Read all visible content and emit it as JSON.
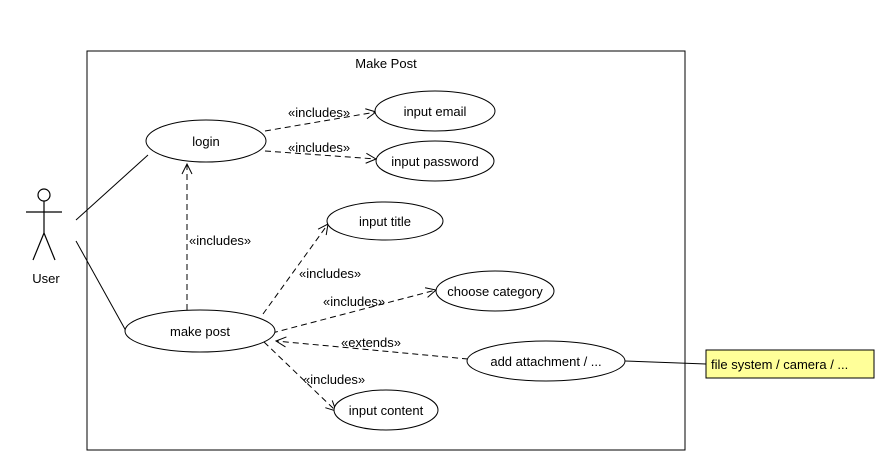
{
  "diagram": {
    "system_title": "Make Post",
    "actor": {
      "label": "User"
    },
    "use_cases": {
      "login": "login",
      "input_email": "input email",
      "input_password": "input password",
      "input_title": "input title",
      "make_post": "make post",
      "choose_category": "choose category",
      "add_attachment": "add attachment / ...",
      "input_content": "input content"
    },
    "relations": {
      "login_email": "«includes»",
      "login_password": "«includes»",
      "makepost_login": "«includes»",
      "makepost_title": "«includes»",
      "makepost_category": "«includes»",
      "attachment_makepost": "«extends»",
      "makepost_content": "«includes»"
    },
    "note": {
      "text": "file system / camera / ...",
      "color": "#ffff99"
    }
  }
}
